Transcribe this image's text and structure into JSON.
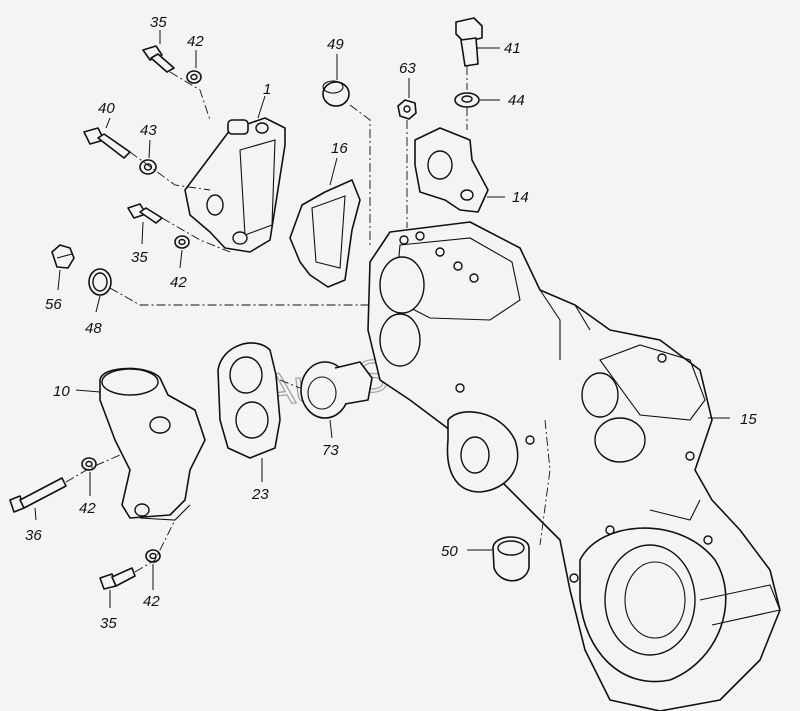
{
  "watermark": "AutoSoft",
  "callouts": {
    "c35a": "35",
    "c42a": "42",
    "c49": "49",
    "c63": "63",
    "c41": "41",
    "c1": "1",
    "c40": "40",
    "c43": "43",
    "c44": "44",
    "c16": "16",
    "c14": "14",
    "c35b": "35",
    "c42b": "42",
    "c56": "56",
    "c48": "48",
    "c10": "10",
    "c15": "15",
    "c73": "73",
    "c42c": "42",
    "c36": "36",
    "c23": "23",
    "c50": "50",
    "c42d": "42",
    "c35c": "35"
  }
}
